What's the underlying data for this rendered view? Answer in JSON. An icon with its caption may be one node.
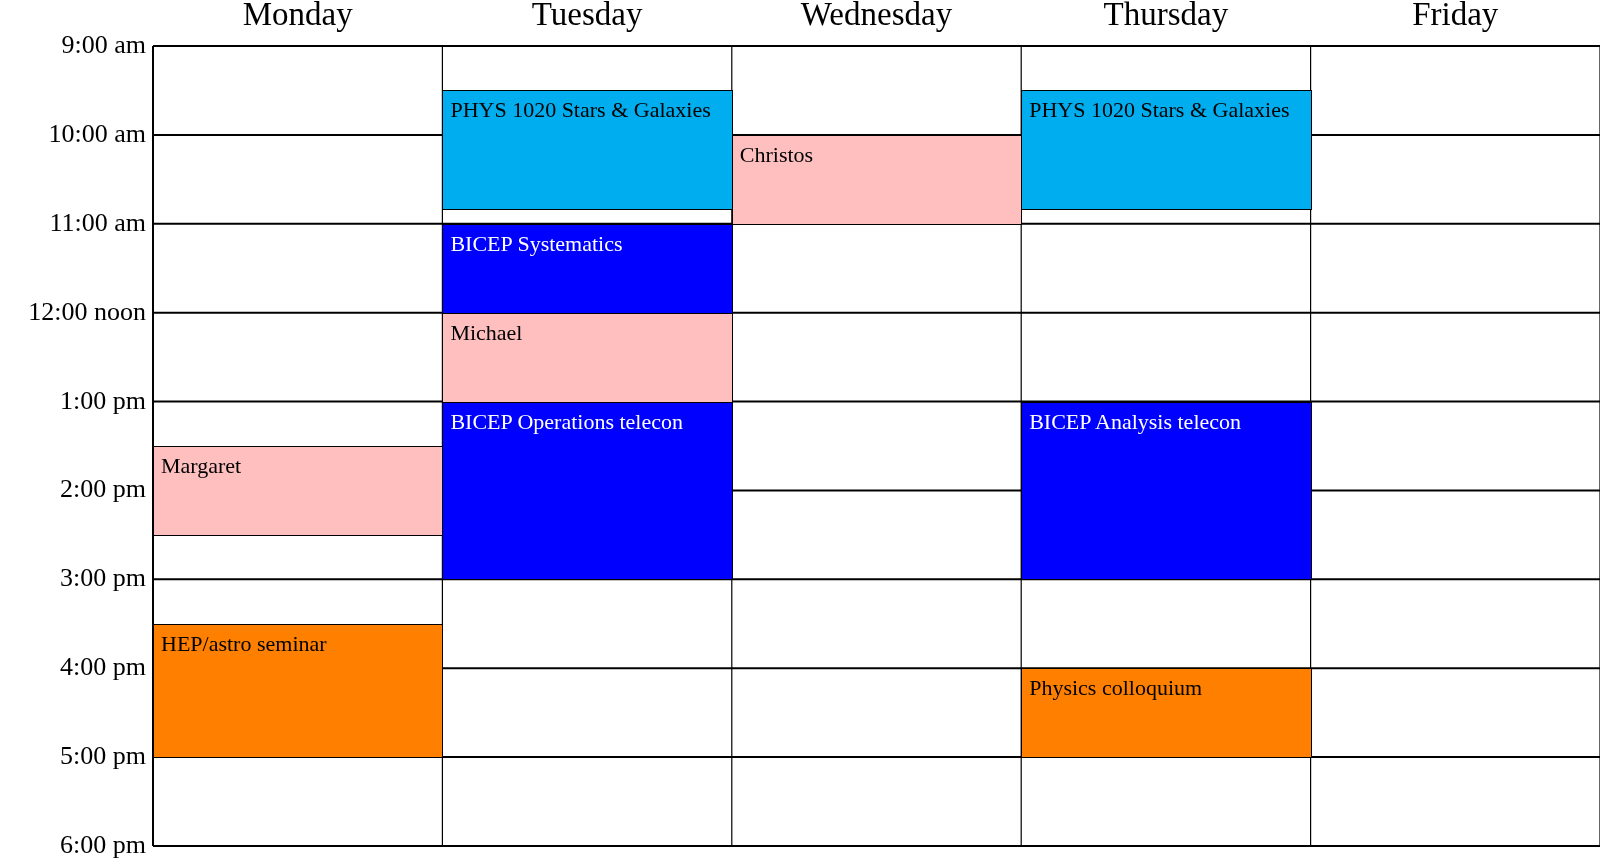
{
  "diagram": {
    "nodes": [
      {
        "text": [
          "PHYS 1020 Stars & Galaxies"
        ]
      },
      {
        "text": [
          "Christos"
        ]
      },
      {
        "text": [
          "PHYS 1020 Stars & Galaxies"
        ]
      },
      {
        "text": [
          "BICEP Systematics"
        ]
      },
      {
        "text": [
          "Michael"
        ]
      },
      {
        "text": [
          "BICEP Operations telecon"
        ]
      },
      {
        "text": [
          "BICEP Analysis telecon"
        ]
      },
      {
        "text": [
          "Margaret"
        ]
      },
      {
        "text": [
          "HEP/astro seminar"
        ]
      },
      {
        "text": [
          "Physics colloquium"
        ]
      }
    ],
    "labels": [
      "Monday",
      "Tuesday",
      "Wednesday",
      "Thursday",
      "Friday",
      "9:00 am",
      "10:00 am",
      "11:00 am",
      "12:00 noon",
      "1:00 pm",
      "2:00 pm",
      "3:00 pm",
      "4:00 pm",
      "5:00 pm",
      "6:00 pm"
    ]
  }
}
